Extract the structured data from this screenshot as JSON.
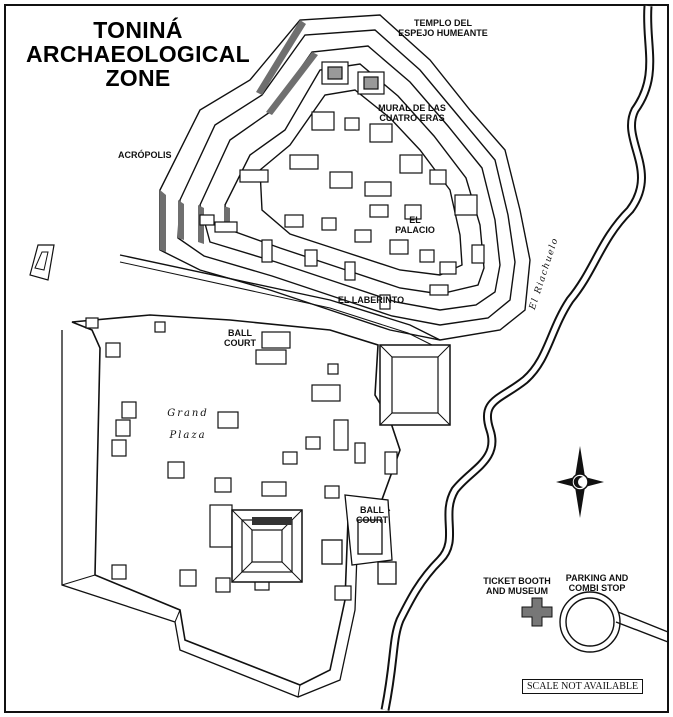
{
  "title": {
    "lines": [
      "TONINÁ",
      "ARCHAEOLOGICAL",
      "ZONE"
    ]
  },
  "labels": {
    "templo_del_espejo": [
      "TEMPLO DEL",
      "ESPEJO HUMEANTE"
    ],
    "mural": [
      "MURAL DE LAS",
      "CUATRO ERAS"
    ],
    "acropolis": "ACRÓPOLIS",
    "el_palacio": [
      "EL",
      "PALACIO"
    ],
    "el_laberinto": "EL LABERINTO",
    "ball_court_north": [
      "BALL",
      "COURT"
    ],
    "grand_plaza": [
      "Grand",
      "Plaza"
    ],
    "ball_court_south": [
      "BALL",
      "COURT"
    ],
    "ticket_booth": [
      "TICKET BOOTH",
      "AND MUSEUM"
    ],
    "parking": [
      "PARKING AND",
      "COMBI STOP"
    ],
    "river": "El Riachuelo",
    "scale": "SCALE NOT AVAILABLE"
  },
  "icons": {
    "compass": "compass-rose-icon"
  },
  "colors": {
    "ink": "#111111",
    "shadow": "#6f6f6f",
    "ground": "#ffffff"
  }
}
